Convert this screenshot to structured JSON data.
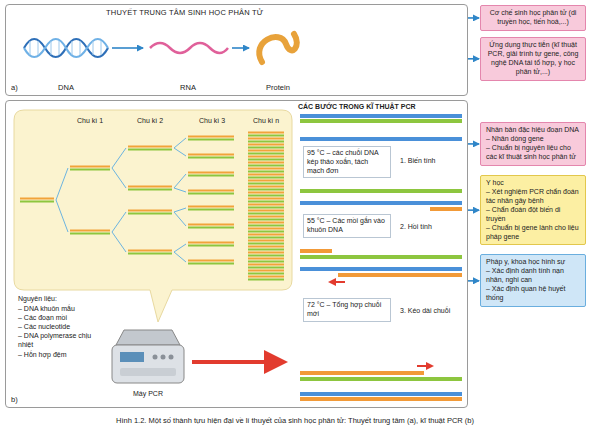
{
  "diagram": {
    "caption": "Hình 1.2. Một số thành tựu hiện đại về lí thuyết của sinh học phân tử: Thuyết trung tâm (a), kĩ thuật PCR (b)",
    "nodes": [
      {
        "text": [
          "THUYẾT TRUNG TÂM SINH HỌC PHÂN TỬ",
          "a)"
        ]
      },
      {
        "text": [
          "DNA"
        ],
        "in": 0
      },
      {
        "text": [
          "RNA"
        ],
        "in": 0
      },
      {
        "text": [
          "Protein"
        ],
        "in": 0
      },
      {
        "text": [
          "Cơ chế sinh học phân tử (di truyền học, tiến hoá,...)"
        ]
      },
      {
        "text": [
          "Ứng dụng thực tiễn (kĩ thuật PCR, giải trình tự gene, công nghệ DNA tái tổ hợp, y học phân tử,...)"
        ]
      },
      {
        "text": [
          "b)"
        ]
      },
      {
        "text": [
          "95 °C – các chuỗi DNA kép tháo xoắn, tách mạch đơn"
        ],
        "in": 6
      },
      {
        "text": [
          "55 °C – Các mồi gắn vào khuôn DNA"
        ],
        "in": 6
      },
      {
        "text": [
          "72 °C – Tổng hợp chuỗi mới"
        ],
        "in": 6
      },
      {
        "text": [
          "Nhân bản đặc hiệu đoạn DNA",
          "– Nhân dòng gene",
          "– Chuẩn bị nguyên liệu cho các kĩ thuật sinh học phân tử"
        ]
      },
      {
        "text": [
          "Y học",
          "– Xét nghiệm PCR chẩn đoán tác nhân gây bệnh",
          "– Chẩn đoán đột biến di truyền",
          "– Chuẩn bị gene lành cho liệu pháp gene"
        ]
      },
      {
        "text": [
          "Pháp y, khoa học hình sự",
          "– Xác định danh tính nạn nhân, nghi can",
          "– Xác định quan hệ huyết thống"
        ]
      }
    ],
    "edges": [
      {
        "from": 1,
        "to": 2,
        "arrow": "to"
      },
      {
        "from": 2,
        "to": 3,
        "arrow": "to"
      },
      {
        "from": 0,
        "to": 4,
        "arrow": "to"
      },
      {
        "from": 0,
        "to": 5,
        "arrow": "to"
      },
      {
        "from": 6,
        "to": 10,
        "arrow": "to"
      },
      {
        "from": 6,
        "to": 11,
        "arrow": "to"
      },
      {
        "from": 6,
        "to": 12,
        "arrow": "to"
      }
    ],
    "labels": [
      "Chu kì 1",
      "Chu kì 2",
      "Chu kì 3",
      "Chu kì n",
      "Nguyên liệu:",
      "– DNA khuôn mẫu",
      "– Các đoạn mồi",
      "– Các nucleotide",
      "– DNA polymerase chịu nhiệt",
      "– Hỗn hợp đệm",
      "Máy PCR",
      "CÁC BƯỚC TRONG KĨ THUẬT PCR",
      "1. Biến tính",
      "2. Hồi tính",
      "3. Kéo dài chuỗi"
    ]
  }
}
